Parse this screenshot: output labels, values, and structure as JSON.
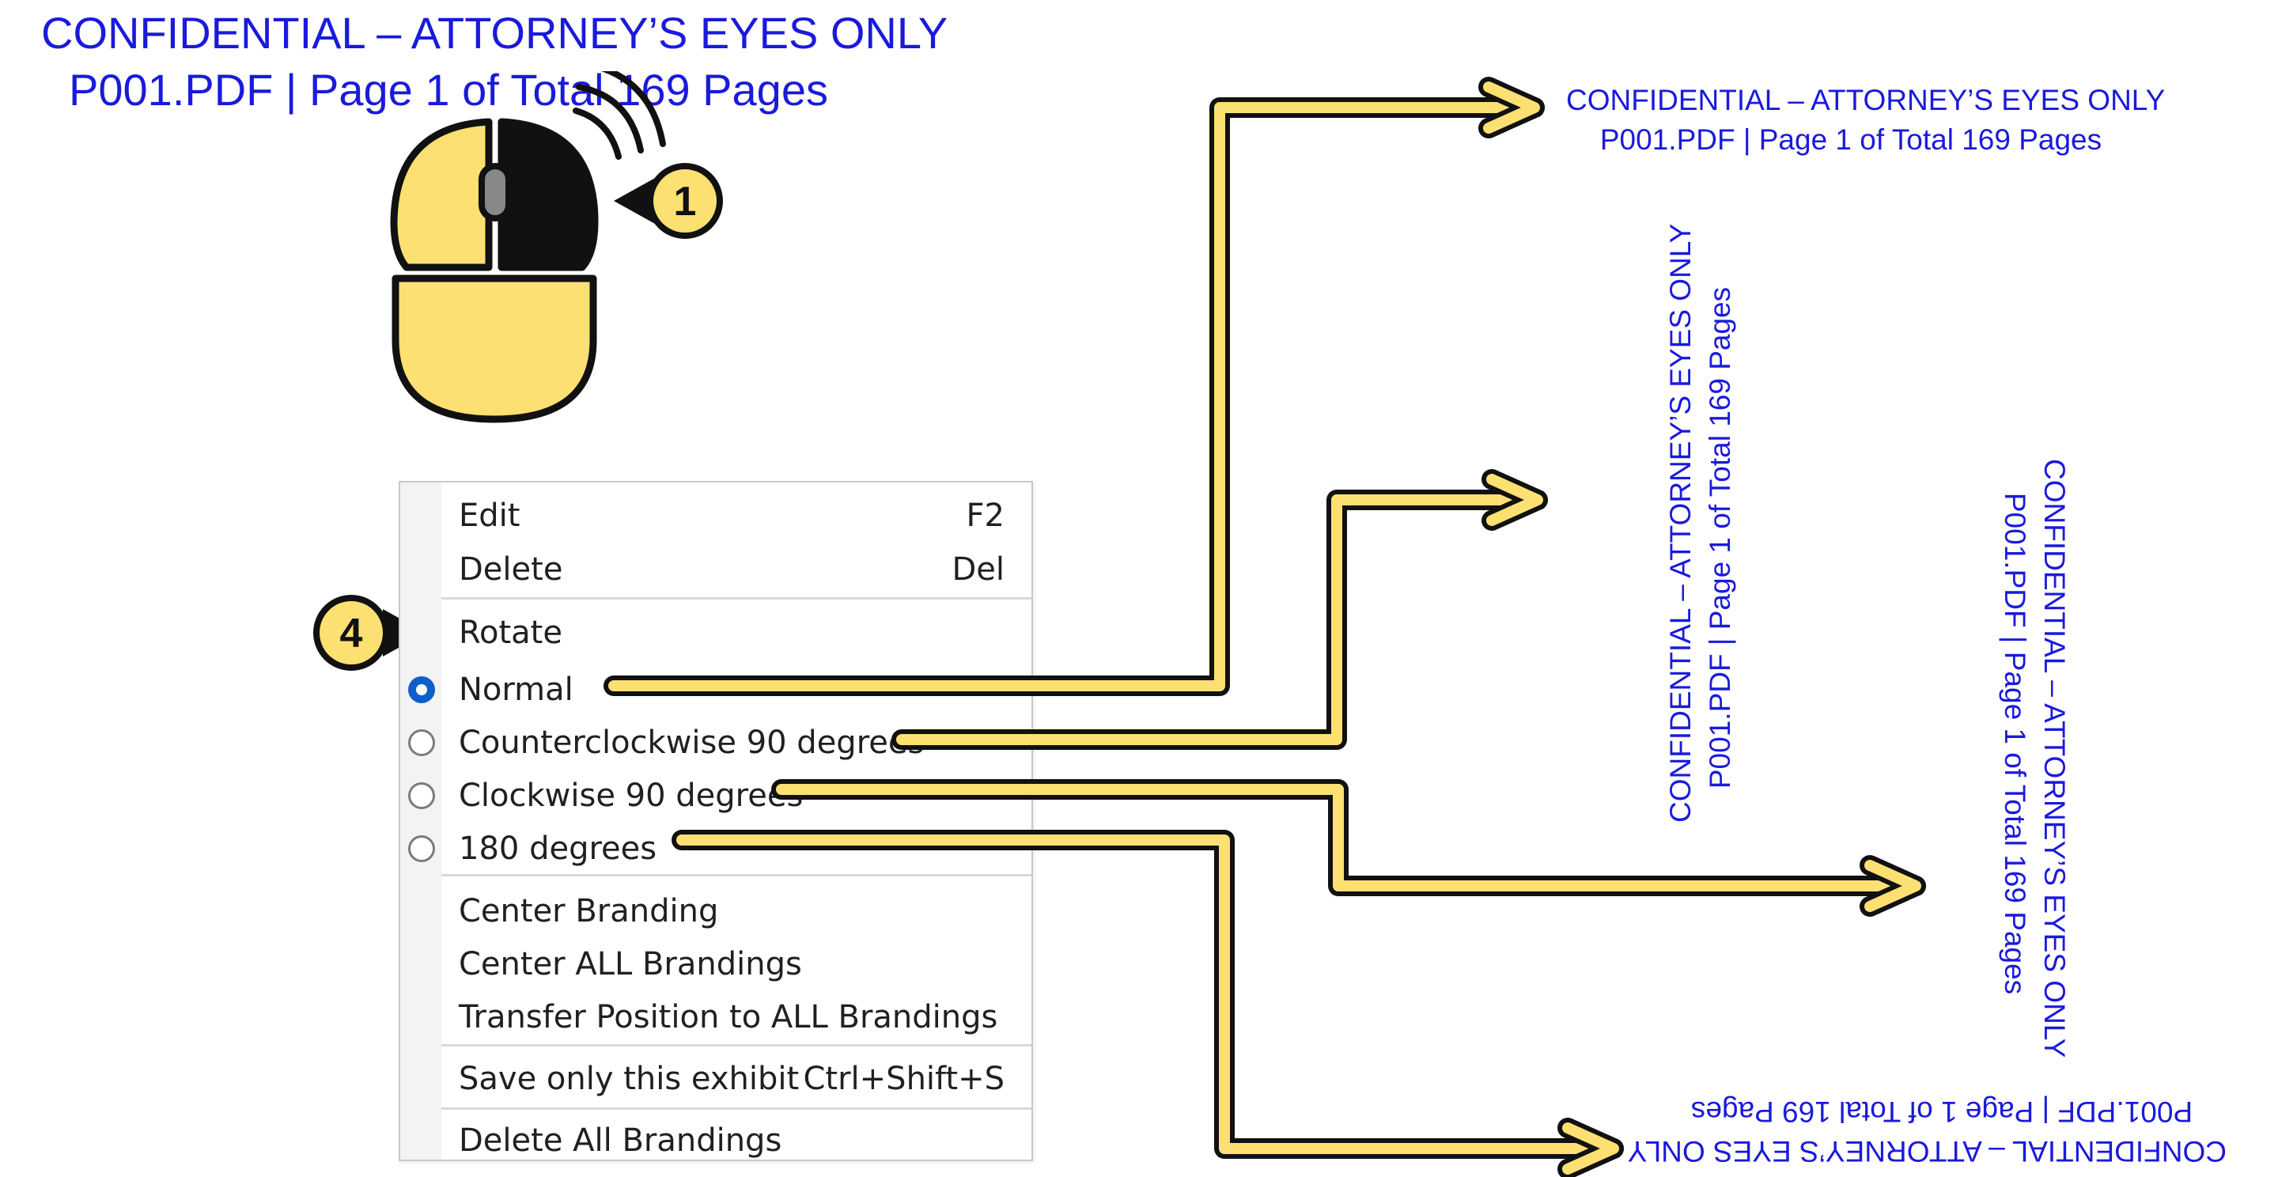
{
  "top_branding": {
    "line1": "CONFIDENTIAL – ATTORNEY’S EYES ONLY",
    "line2": "P001.PDF  |  Page 1 of Total 169 Pages"
  },
  "callouts": {
    "mouse": "1",
    "menu": "4"
  },
  "menu": {
    "edit": {
      "label": "Edit",
      "shortcut": "F2"
    },
    "delete": {
      "label": "Delete",
      "shortcut": "Del"
    },
    "rotate_header": "Rotate",
    "rotate_options": [
      {
        "label": "Normal",
        "selected": true
      },
      {
        "label": "Counterclockwise 90 degrees",
        "selected": false
      },
      {
        "label": "Clockwise 90 degrees",
        "selected": false
      },
      {
        "label": "180 degrees",
        "selected": false
      }
    ],
    "center_branding": "Center Branding",
    "center_all": "Center ALL Brandings",
    "transfer_position": "Transfer Position to ALL Brandings",
    "save_exhibit": {
      "label": "Save only this exhibit",
      "shortcut": "Ctrl+Shift+S"
    },
    "delete_all": "Delete All Brandings"
  },
  "outputs": {
    "normal": {
      "line1": "CONFIDENTIAL – ATTORNEY’S EYES ONLY",
      "line2": "P001.PDF  |  Page 1 of Total 169 Pages"
    },
    "ccw": {
      "line1": "CONFIDENTIAL – ATTORNEY’S EYES ONLY",
      "line2": "P001.PDF  |  Page 1 of Total 169 Pages"
    },
    "cw": {
      "line1": "CONFIDENTIAL – ATTORNEY’S EYES ONLY",
      "line2": "P001.PDF  |  Page 1 of Total 169 Pages"
    },
    "r180": {
      "line1": "CONFIDENTIAL – ATTORNEY’S EYES ONLY",
      "line2": "P001.PDF  |  Page 1 of Total 169 Pages"
    }
  },
  "colors": {
    "branding_text": "#1a1adc",
    "accent_yellow": "#fde072",
    "outline": "#111111",
    "radio_selected": "#0e5fc9"
  },
  "icons": {
    "mouse": "mouse-right-click-icon",
    "radio_selected": "radio-selected-icon",
    "radio_empty": "radio-empty-icon"
  }
}
